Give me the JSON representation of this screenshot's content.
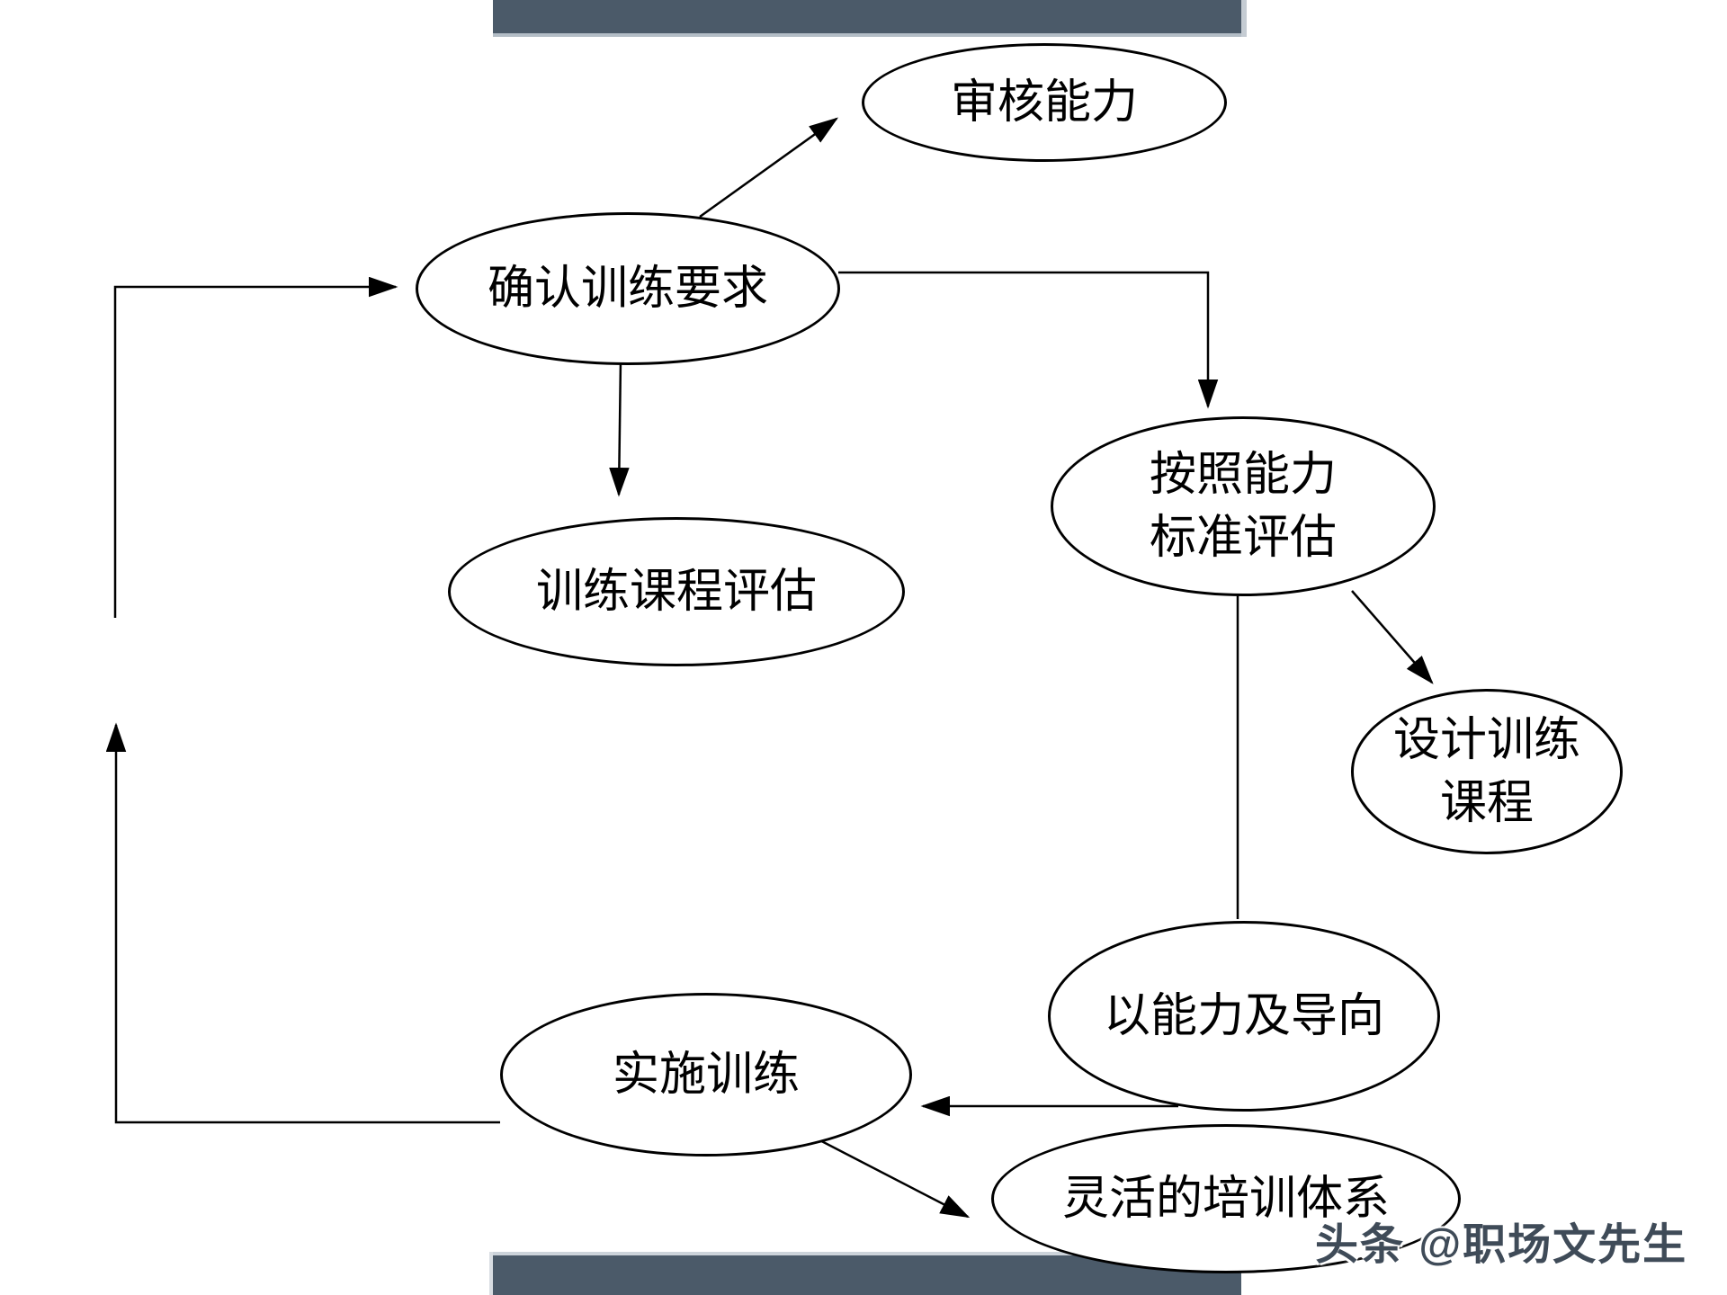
{
  "nodes": {
    "audit": {
      "label": "审核能力"
    },
    "confirm": {
      "label": "确认训练要求"
    },
    "assess": {
      "label": "按照能力\n标准评估"
    },
    "course_eval": {
      "label": "训练课程评估"
    },
    "design": {
      "label": "设计训练\n课程"
    },
    "competency": {
      "label": "以能力及导向"
    },
    "implement": {
      "label": "实施训练"
    },
    "flexible": {
      "label": "灵活的培训体系"
    }
  },
  "edges": [
    {
      "from": "confirm",
      "to": "audit",
      "arrow": true
    },
    {
      "from": "confirm",
      "to": "assess",
      "arrow": true
    },
    {
      "from": "confirm",
      "to": "course_eval",
      "arrow": true
    },
    {
      "from": "assess",
      "to": "design",
      "arrow": true
    },
    {
      "from": "assess",
      "to": "competency",
      "arrow": false
    },
    {
      "from": "competency",
      "to": "implement",
      "arrow": true
    },
    {
      "from": "implement",
      "to": "flexible",
      "arrow": true
    },
    {
      "from": "implement",
      "to": "confirm",
      "arrow": true
    }
  ],
  "watermark": {
    "text": "头条 @职场文先生"
  },
  "colors": {
    "bar": "#4b5a69",
    "line": "#000000",
    "node_fill": "#ffffff",
    "node_stroke": "#000000",
    "watermark_text": "#3f4b58"
  }
}
